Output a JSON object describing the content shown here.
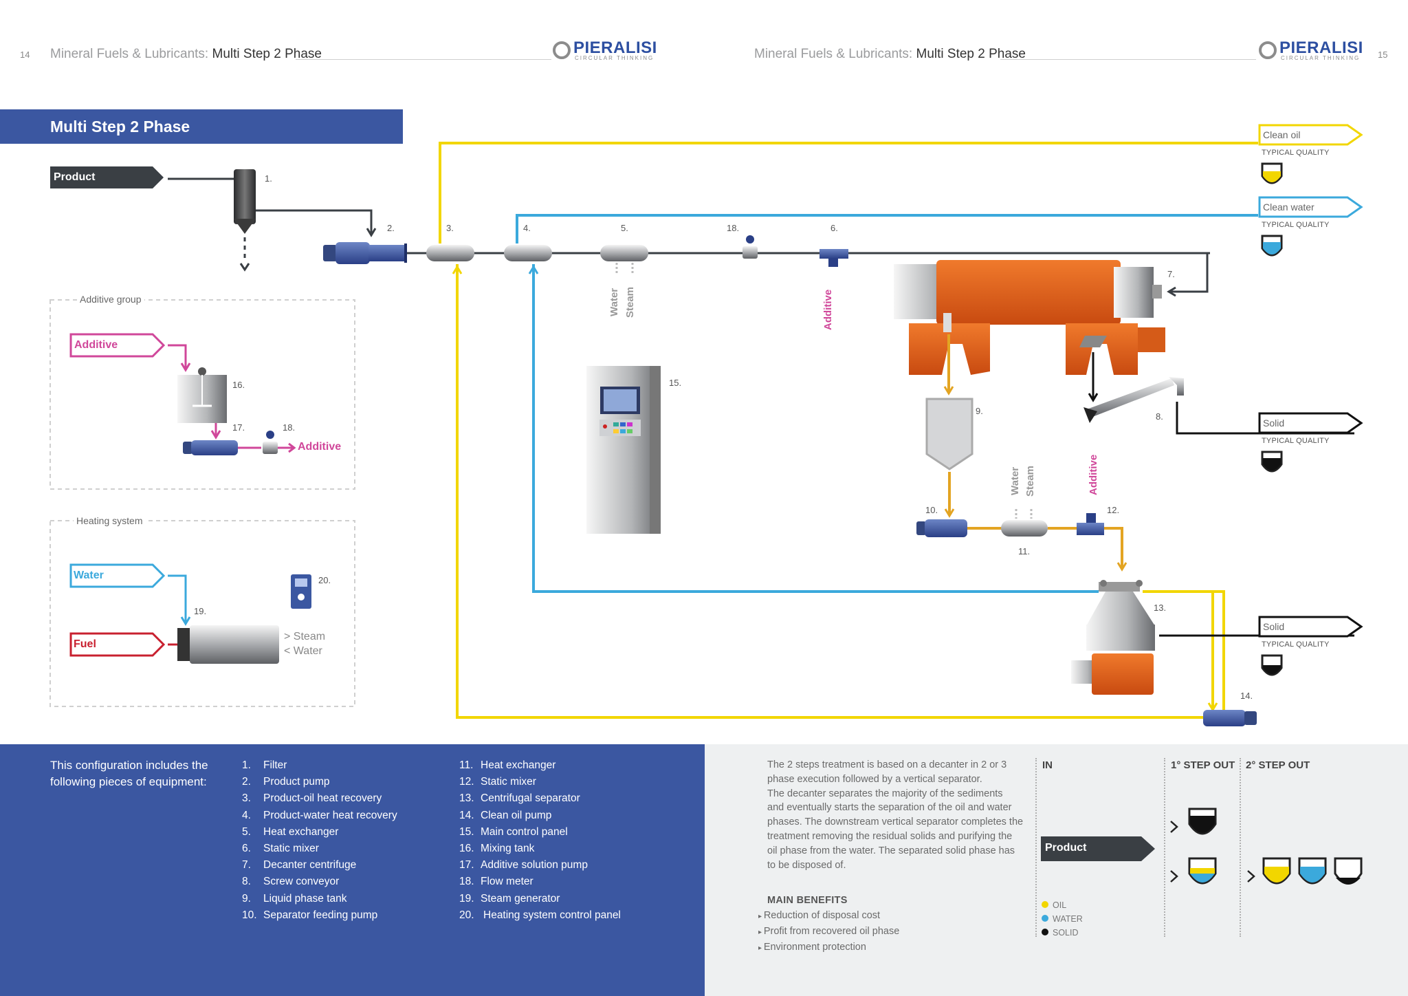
{
  "header": {
    "left_page_number": "14",
    "right_page_number": "15",
    "left_prefix": "Mineral Fuels & Lubricants:",
    "left_title": "Multi Step 2 Phase",
    "right_prefix": "Mineral Fuels & Lubricants:",
    "right_title": "Multi Step 2 Phase",
    "brand": "PIERALISI",
    "brand_tagline": "CIRCULAR THINKING"
  },
  "section_title": "Multi Step 2 Phase",
  "diagram": {
    "product_label": "Product",
    "additive_group_title": "Additive group",
    "heating_system_title": "Heating system",
    "additive_input": "Additive",
    "additive_output": "Additive",
    "water_input": "Water",
    "fuel_input": "Fuel",
    "steam_out": "Steam",
    "water_out": "Water",
    "water_vertical": "Water",
    "steam_vertical": "Steam",
    "additive_vertical": "Additive",
    "water_vertical_2": "Water",
    "steam_vertical_2": "Steam",
    "additive_vertical_2": "Additive",
    "numbers": {
      "n1": "1.",
      "n2": "2.",
      "n3": "3.",
      "n4": "4.",
      "n5": "5.",
      "n6": "6.",
      "n7": "7.",
      "n8": "8.",
      "n9": "9.",
      "n10": "10.",
      "n11": "11.",
      "n12": "12.",
      "n13": "13.",
      "n14": "14.",
      "n15": "15.",
      "n16": "16.",
      "n17": "17.",
      "n18a": "18.",
      "n18b": "18.",
      "n19": "19.",
      "n20": "20."
    },
    "outputs": [
      {
        "label": "Clean oil",
        "quality": "TYPICAL QUALITY"
      },
      {
        "label": "Clean water",
        "quality": "TYPICAL QUALITY"
      },
      {
        "label": "Solid",
        "quality": "TYPICAL QUALITY"
      },
      {
        "label": "Solid",
        "quality": "TYPICAL QUALITY"
      }
    ]
  },
  "colors": {
    "blue_panel": "#3b57a1",
    "oil_line": "#f2d600",
    "water_line": "#3ba9dc",
    "product_line": "#3a3f44",
    "additive_line": "#d0479a",
    "fuel_line": "#c8202f",
    "liquid_line": "#e3a422",
    "decanter": "#e0601a"
  },
  "equipment": {
    "intro": "This configuration includes the following pieces of equipment:",
    "col1": [
      {
        "n": "1.",
        "label": "Filter"
      },
      {
        "n": "2.",
        "label": "Product pump"
      },
      {
        "n": "3.",
        "label": "Product-oil heat recovery"
      },
      {
        "n": "4.",
        "label": "Product-water heat recovery"
      },
      {
        "n": "5.",
        "label": "Heat exchanger"
      },
      {
        "n": "6.",
        "label": "Static mixer"
      },
      {
        "n": "7.",
        "label": "Decanter centrifuge"
      },
      {
        "n": "8.",
        "label": "Screw conveyor"
      },
      {
        "n": "9.",
        "label": "Liquid phase tank"
      },
      {
        "n": "10.",
        "label": "Separator feeding pump"
      }
    ],
    "col2": [
      {
        "n": "11.",
        "label": "Heat exchanger"
      },
      {
        "n": "12.",
        "label": "Static mixer"
      },
      {
        "n": "13.",
        "label": "Centrifugal separator"
      },
      {
        "n": "14.",
        "label": "Clean oil pump"
      },
      {
        "n": "15.",
        "label": "Main control panel"
      },
      {
        "n": "16.",
        "label": "Mixing tank"
      },
      {
        "n": "17.",
        "label": "Additive solution pump"
      },
      {
        "n": "18.",
        "label": "Flow meter"
      },
      {
        "n": "19.",
        "label": "Steam generator"
      },
      {
        "n": "20.",
        "label": "Heating system control panel"
      }
    ]
  },
  "description": {
    "lines": [
      "The 2 steps treatment is based on a decanter in 2 or 3",
      "phase execution followed by a vertical separator.",
      "The decanter separates the majority of the sediments",
      "and eventually starts the separation of the oil and water",
      "phases. The downstream vertical separator completes the",
      "treatment removing the residual solids and purifying the",
      "oil phase from the water. The separated solid phase has",
      "to be disposed of."
    ],
    "benefits_title": "MAIN BENEFITS",
    "benefits": [
      "Reduction of disposal cost",
      "Profit from recovered oil phase",
      "Environment protection"
    ]
  },
  "summary": {
    "in_header": "IN",
    "step1_header": "1° STEP OUT",
    "step2_header": "2° STEP OUT",
    "product_label": "Product",
    "legend": [
      {
        "label": "OIL",
        "color": "#f2d600"
      },
      {
        "label": "WATER",
        "color": "#3ba9dc"
      },
      {
        "label": "SOLID",
        "color": "#111111"
      }
    ]
  }
}
